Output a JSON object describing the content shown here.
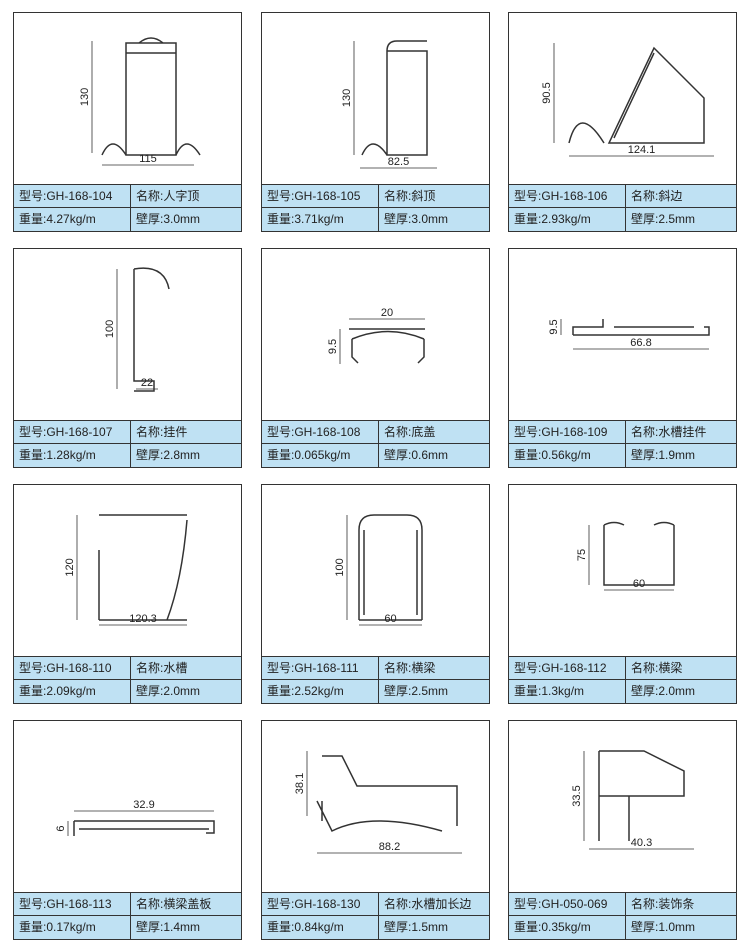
{
  "labels": {
    "model": "型号:",
    "name": "名称:",
    "weight": "重量:",
    "wall": "壁厚:"
  },
  "products": [
    {
      "model": "GH-168-104",
      "name": "人字顶",
      "weight": "4.27kg/m",
      "wall": "3.0mm",
      "dims": [
        "130",
        "115"
      ]
    },
    {
      "model": "GH-168-105",
      "name": "斜顶",
      "weight": "3.71kg/m",
      "wall": "3.0mm",
      "dims": [
        "130",
        "82.5"
      ]
    },
    {
      "model": "GH-168-106",
      "name": "斜边",
      "weight": "2.93kg/m",
      "wall": "2.5mm",
      "dims": [
        "90.5",
        "124.1"
      ]
    },
    {
      "model": "GH-168-107",
      "name": "挂件",
      "weight": "1.28kg/m",
      "wall": "2.8mm",
      "dims": [
        "100",
        "22"
      ]
    },
    {
      "model": "GH-168-108",
      "name": "底盖",
      "weight": "0.065kg/m",
      "wall": "0.6mm",
      "dims": [
        "9.5",
        "20"
      ]
    },
    {
      "model": "GH-168-109",
      "name": "水槽挂件",
      "weight": "0.56kg/m",
      "wall": "1.9mm",
      "dims": [
        "9.5",
        "66.8"
      ]
    },
    {
      "model": "GH-168-110",
      "name": "水槽",
      "weight": "2.09kg/m",
      "wall": "2.0mm",
      "dims": [
        "120",
        "120.3"
      ]
    },
    {
      "model": "GH-168-111",
      "name": "横梁",
      "weight": "2.52kg/m",
      "wall": "2.5mm",
      "dims": [
        "100",
        "60"
      ]
    },
    {
      "model": "GH-168-112",
      "name": "横梁",
      "weight": "1.3kg/m",
      "wall": "2.0mm",
      "dims": [
        "75",
        "60"
      ]
    },
    {
      "model": "GH-168-113",
      "name": "横梁盖板",
      "weight": "0.17kg/m",
      "wall": "1.4mm",
      "dims": [
        "6",
        "32.9"
      ]
    },
    {
      "model": "GH-168-130",
      "name": "水槽加长边",
      "weight": "0.84kg/m",
      "wall": "1.5mm",
      "dims": [
        "38.1",
        "88.2"
      ]
    },
    {
      "model": "GH-050-069",
      "name": "装饰条",
      "weight": "0.35kg/m",
      "wall": "1.0mm",
      "dims": [
        "33.5",
        "40.3"
      ]
    }
  ]
}
